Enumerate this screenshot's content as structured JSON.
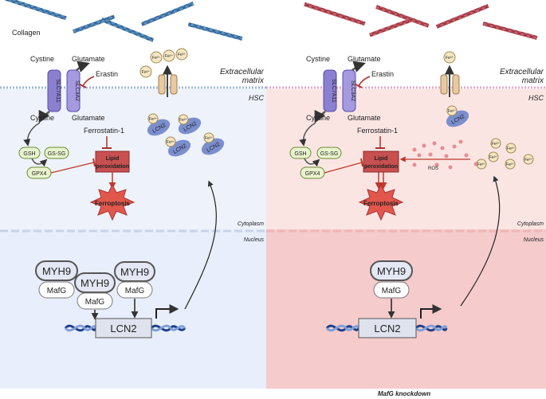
{
  "extracellular": {
    "collagen": "Collagen",
    "matrix_line1": "Extracellular",
    "matrix_line2": "matrix"
  },
  "labels": {
    "hsc": "HSC",
    "cystine": "Cystine",
    "glutamate": "Glutamate",
    "slc7a11": "SLC7A11",
    "slc3a2": "SLC3A2",
    "erastin": "Erastin",
    "ferrostatin": "Ferrostatin-1",
    "gsh": "GSH",
    "gssg": "GS-SG",
    "gpx4": "GPX4",
    "lipid1": "Lipid",
    "lipid2": "peroxidation",
    "ferroptosis": "Ferroptosis",
    "cytoplasm": "Cytoplasm",
    "nucleus": "Nucleus",
    "myh9": "MYH9",
    "mafg": "MafG",
    "lcn2": "LCN2",
    "fe": "Fe³⁺",
    "ros": "ROS"
  },
  "caption": "MafG knockdown",
  "colors": {
    "left_cell": "#edf1fa",
    "left_nucleus": "#e9eefb",
    "right_cell": "#fbe3e2",
    "right_nucleus": "#f4c9c9",
    "membrane_left": "#9fb6dc",
    "membrane_right": "#e6a8c4",
    "transporter": "#8b7fd0",
    "lipid_box": "#c85050",
    "ferroptosis_burst": "#e2574c",
    "inhibit": "#b03030",
    "lcn2_blob": "#7b8fcf",
    "fe_ball": "#f6e7c4",
    "ros_dot": "#e78b96",
    "collagen_left": "#5a8fc0",
    "collagen_right": "#c85a66"
  }
}
